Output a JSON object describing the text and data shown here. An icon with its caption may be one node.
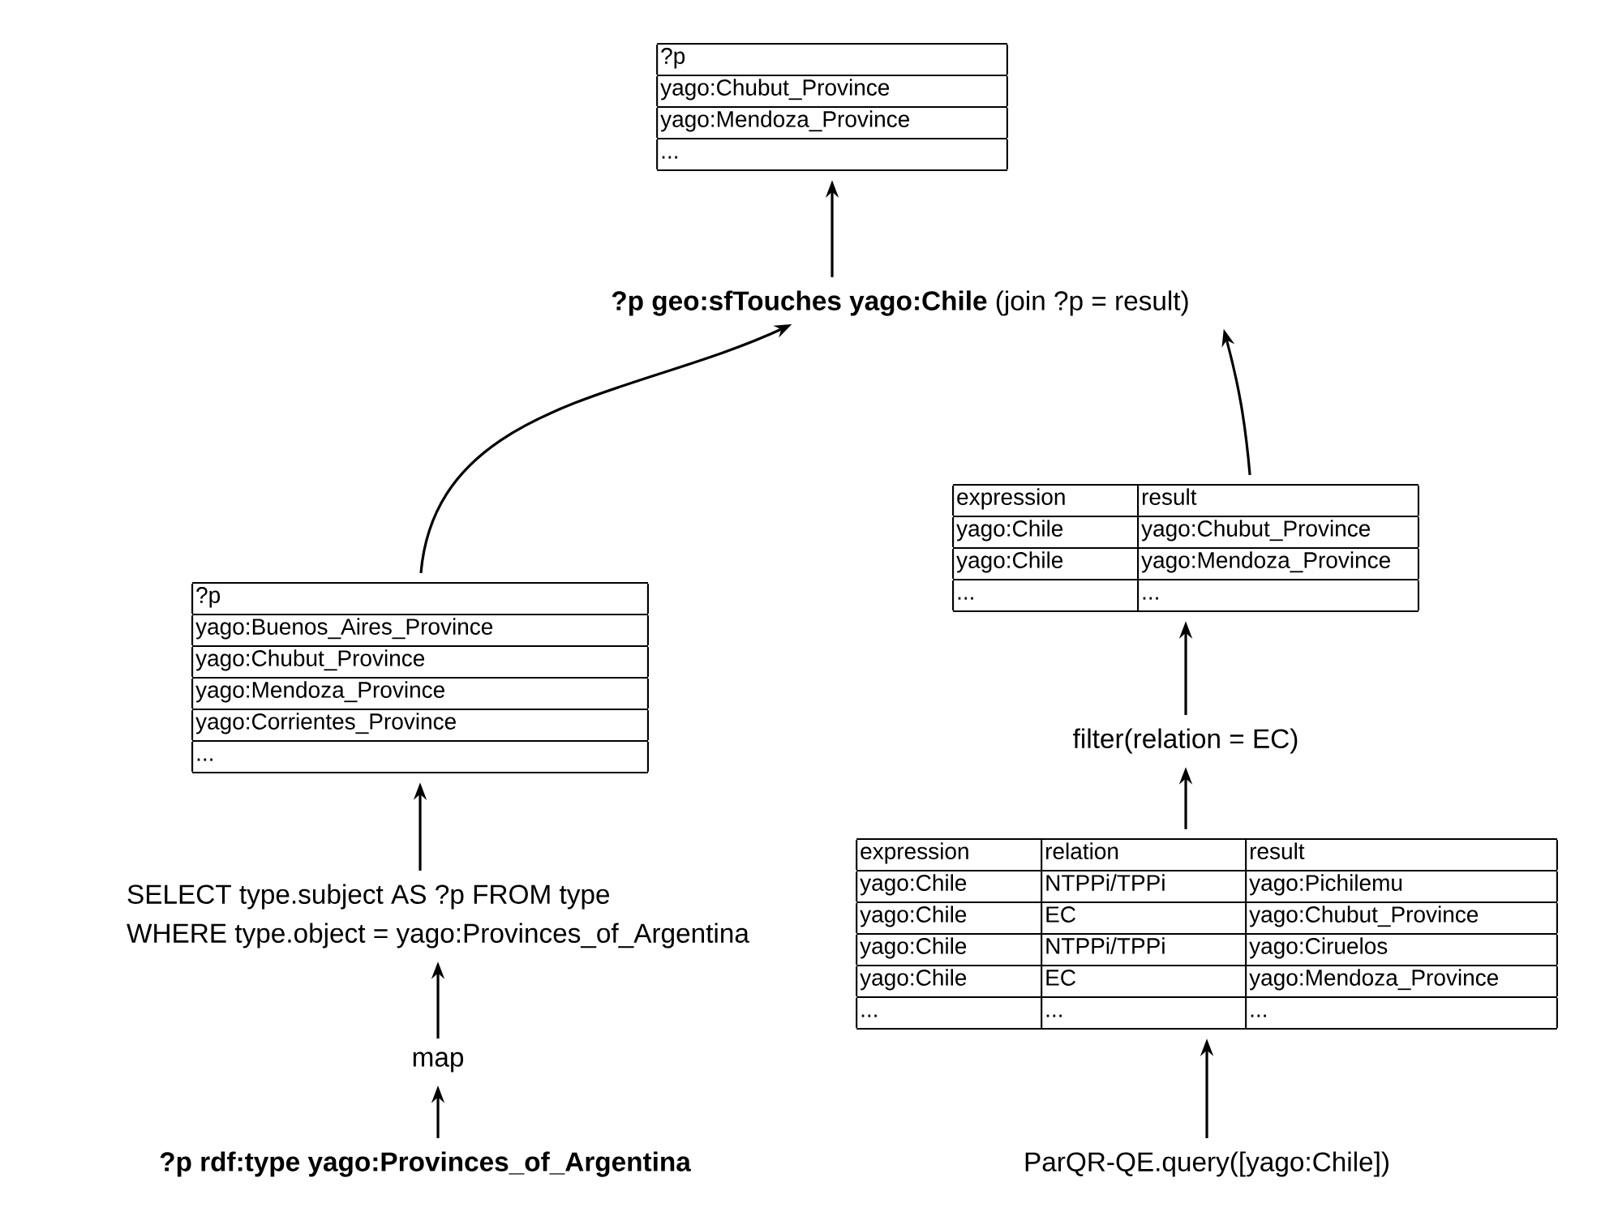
{
  "diagram": {
    "nodes": [
      {
        "text": [
          "?p",
          "yago:Chubut_Province",
          "yago:Mendoza_Province",
          "..."
        ]
      },
      {
        "text": [
          "**?p geo:sfTouches yago:Chile** (join ?p = result)"
        ]
      },
      {
        "text": [
          "?p",
          "yago:Buenos_Aires_Province",
          "yago:Chubut_Province",
          "yago:Mendoza_Province",
          "yago:Corrientes_Province",
          "..."
        ]
      },
      {
        "text": [
          "expression",
          "result",
          "yago:Chile",
          "yago:Chubut_Province",
          "yago:Chile",
          "yago:Mendoza_Province",
          "...",
          "..."
        ]
      },
      {
        "text": [
          "filter(relation  = EC)"
        ]
      },
      {
        "text": [
          "expression",
          "relation",
          "result",
          "yago:Chile",
          "NTPPi/TPPi",
          "yago:Pichilemu",
          "yago:Chile",
          "EC",
          "yago:Chubut_Province",
          "yago:Chile",
          "NTPPi/TPPi",
          "yago:Ciruelos",
          "yago:Chile",
          "EC",
          "yago:Mendoza_Province",
          "...",
          "...",
          "..."
        ]
      },
      {
        "text": [
          "SELECT type.subject AS ?p FROM type",
          "WHERE type.object = yago:Provinces_of_Argentina"
        ]
      },
      {
        "text": [
          "map"
        ]
      },
      {
        "text": [
          "?p rdf:type yago:Provinces_of_Argentina"
        ]
      },
      {
        "text": [
          "ParQR-QE.query([yago:Chile])"
        ]
      }
    ],
    "edges": [
      {
        "from": 1,
        "to": 0,
        "arrow": "to"
      },
      {
        "from": 2,
        "to": 1,
        "arrow": "to"
      },
      {
        "from": 3,
        "to": 1,
        "arrow": "to"
      },
      {
        "from": 4,
        "to": 3,
        "arrow": "to"
      },
      {
        "from": 5,
        "to": 4,
        "arrow": "to"
      },
      {
        "from": 6,
        "to": 2,
        "arrow": "to"
      },
      {
        "from": 7,
        "to": 6,
        "arrow": "to"
      },
      {
        "from": 8,
        "to": 7,
        "arrow": "to"
      },
      {
        "from": 9,
        "to": 5,
        "arrow": "to"
      }
    ]
  }
}
